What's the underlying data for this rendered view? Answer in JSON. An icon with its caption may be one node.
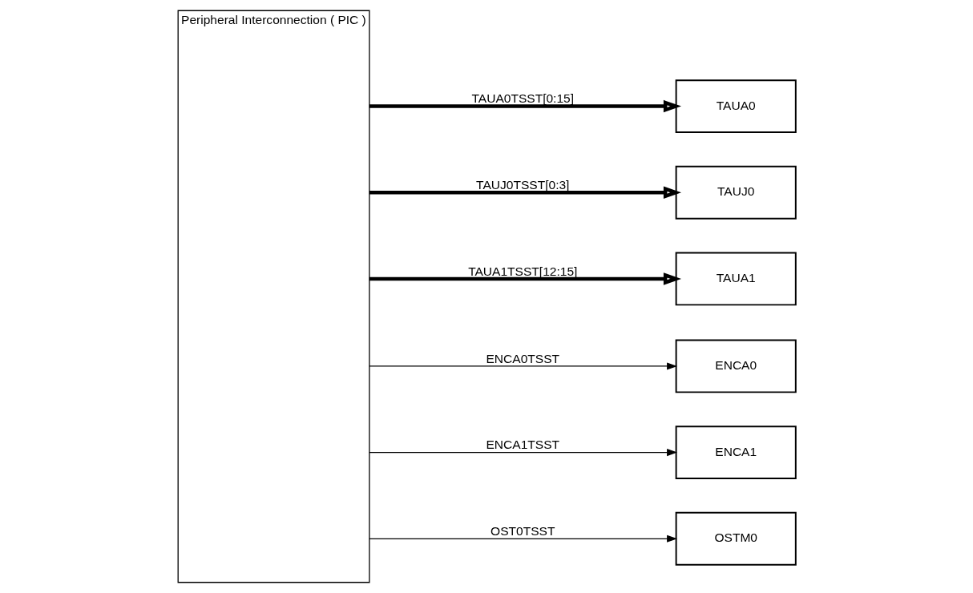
{
  "diagram": {
    "nodes": [
      {
        "text": [
          "Peripheral Interconnection ( PIC )"
        ]
      },
      {
        "text": [
          "TAUA0"
        ]
      },
      {
        "text": [
          "TAUJ0"
        ]
      },
      {
        "text": [
          "TAUA1"
        ]
      },
      {
        "text": [
          "ENCA0"
        ]
      },
      {
        "text": [
          "ENCA1"
        ]
      },
      {
        "text": [
          "OSTM0"
        ]
      }
    ],
    "edges": [
      {
        "from": 0,
        "to": 1,
        "arrow": "to",
        "label": "TAUA0TSST[0:15]",
        "style": "thick"
      },
      {
        "from": 0,
        "to": 2,
        "arrow": "to",
        "label": "TAUJ0TSST[0:3]",
        "style": "thick"
      },
      {
        "from": 0,
        "to": 3,
        "arrow": "to",
        "label": "TAUA1TSST[12:15]",
        "style": "thick"
      },
      {
        "from": 0,
        "to": 4,
        "arrow": "to",
        "label": "ENCA0TSST"
      },
      {
        "from": 0,
        "to": 5,
        "arrow": "to",
        "label": "ENCA1TSST"
      },
      {
        "from": 0,
        "to": 6,
        "arrow": "to",
        "label": "OST0TSST"
      }
    ]
  }
}
